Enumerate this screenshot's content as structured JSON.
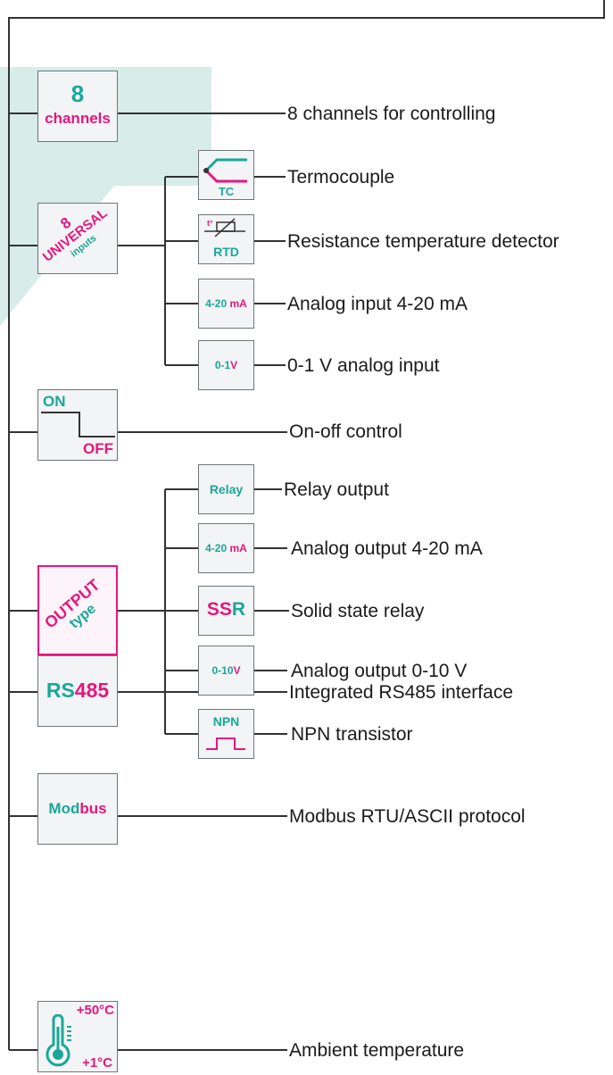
{
  "features": [
    {
      "label": "8 channels for controlling",
      "icon": {
        "line1": "8",
        "line2": "channels"
      }
    },
    {
      "label": "Termocouple",
      "icon": {
        "text": "TC"
      }
    },
    {
      "label": "Resistance temperature detector",
      "icon": {
        "text": "RTD",
        "mark": "t°"
      }
    },
    {
      "label": "Analog input 4-20 mA",
      "icon": {
        "left": "4-20",
        "right": "mA"
      }
    },
    {
      "label": "0-1 V analog input",
      "icon": {
        "left": "0-1",
        "right": "V"
      }
    },
    {
      "label": "On-off control",
      "icon": {
        "on": "ON",
        "off": "OFF"
      }
    },
    {
      "label": "Relay output",
      "icon": {
        "text": "Relay"
      }
    },
    {
      "label": "Analog output 4-20 mA",
      "icon": {
        "left": "4-20",
        "right": "mA"
      }
    },
    {
      "label": "Solid state relay",
      "icon": {
        "left": "SS",
        "right": "R"
      }
    },
    {
      "label": "Analog output 0-10 V",
      "icon": {
        "left": "0-10",
        "right": "V"
      }
    },
    {
      "label": "NPN transistor",
      "icon": {
        "text": "NPN"
      }
    },
    {
      "label": "Integrated RS485 interface",
      "icon": {
        "left": "RS",
        "right": "485"
      }
    },
    {
      "label": "Modbus RTU/ASCII protocol",
      "icon": {
        "left": "Mod",
        "right": "bus"
      }
    },
    {
      "label": "Ambient temperature",
      "icon": {
        "top": "+50°C",
        "bottom": "+1°C"
      }
    }
  ],
  "universal_inputs": {
    "line1": "8",
    "line2": "UNIVERSAL",
    "line3": "inputs"
  },
  "output_type": {
    "line1": "OUTPUT",
    "line2": "type"
  },
  "colors": {
    "teal": "#1aa79a",
    "pink": "#e5177f",
    "line": "#333333",
    "box_bg": "#f2f4f5",
    "bg_shape": "#d8ecea"
  }
}
